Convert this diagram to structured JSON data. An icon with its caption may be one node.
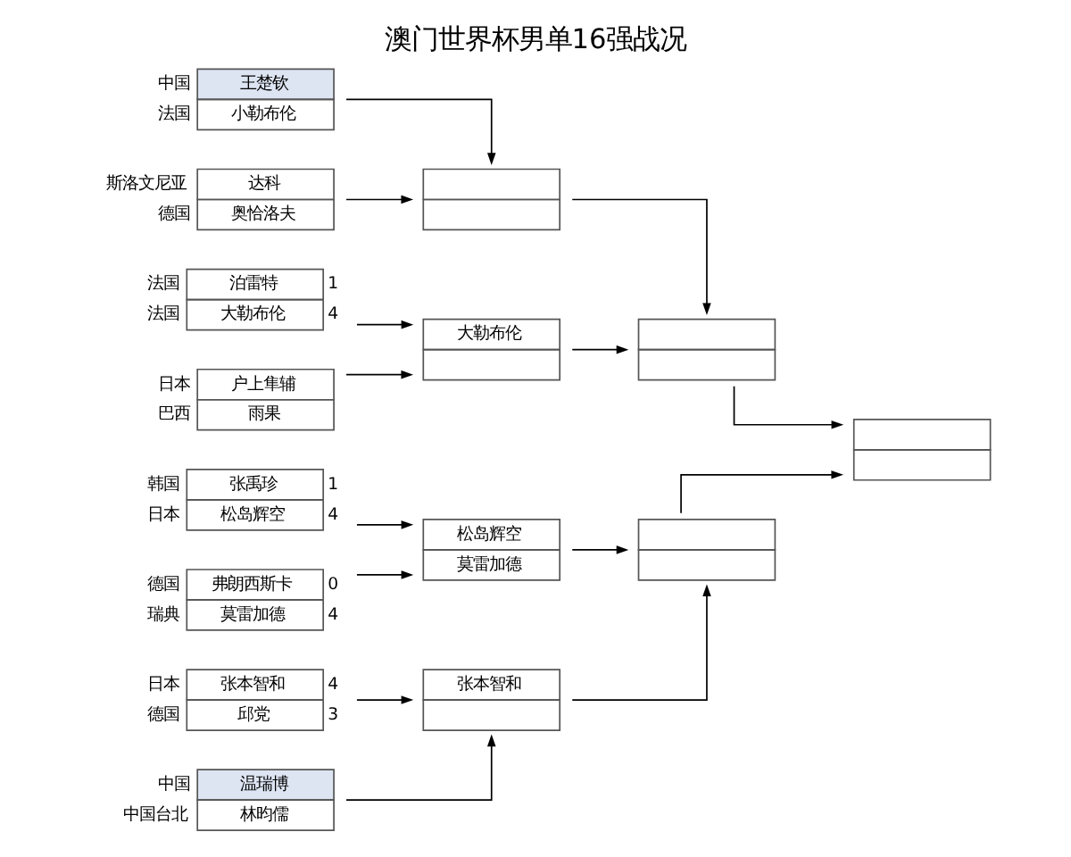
{
  "diagram": {
    "title": "澳门世界杯男单16强战况",
    "nodes": [
      {
        "text": [
          "王楚钦",
          "小勒布伦"
        ],
        "beside": [
          "中国",
          "法国"
        ]
      },
      {
        "text": [
          "达科",
          "奥恰洛夫"
        ],
        "beside": [
          "斯洛文尼亚",
          "德国"
        ]
      },
      {
        "text": [
          "泊雷特",
          "大勒布伦"
        ],
        "beside": [
          "法国",
          "1",
          "法国",
          "4"
        ]
      },
      {
        "text": [
          "户上隼辅",
          "雨果"
        ],
        "beside": [
          "日本",
          "巴西"
        ]
      },
      {
        "text": [
          "张本智和",
          "邱党"
        ],
        "beside": [
          "日本",
          "4",
          "德国",
          "3"
        ]
      },
      {
        "text": [
          "温瑞博",
          "林昀儒"
        ],
        "beside": [
          "中国",
          "中国台北"
        ]
      },
      {
        "text": [
          "张禹珍",
          "松岛辉空"
        ],
        "beside": [
          "韩国",
          "1",
          "日本",
          "4"
        ]
      },
      {
        "text": [
          "弗朗西斯卡",
          "莫雷加德"
        ],
        "beside": [
          "德国",
          "0",
          "瑞典",
          "4"
        ]
      },
      {
        "text": [],
        "shape": "box"
      },
      {
        "text": [
          "大勒布伦"
        ]
      },
      {
        "text": [
          "张本智和"
        ]
      },
      {
        "text": [
          "松岛辉空",
          "莫雷加德"
        ]
      },
      {
        "text": [],
        "shape": "box"
      },
      {
        "text": [],
        "shape": "box"
      },
      {
        "text": [],
        "shape": "box"
      }
    ],
    "edges": [
      {
        "from": 0,
        "to": 8,
        "arrow": "to"
      },
      {
        "from": 1,
        "to": 8,
        "arrow": "to"
      },
      {
        "from": 2,
        "to": 9,
        "arrow": "to"
      },
      {
        "from": 3,
        "to": 9,
        "arrow": "to"
      },
      {
        "from": 4,
        "to": 10,
        "arrow": "to"
      },
      {
        "from": 5,
        "to": 10,
        "arrow": "to"
      },
      {
        "from": 6,
        "to": 11,
        "arrow": "to"
      },
      {
        "from": 7,
        "to": 11,
        "arrow": "to"
      },
      {
        "from": 8,
        "to": 12,
        "arrow": "to"
      },
      {
        "from": 9,
        "to": 12,
        "arrow": "to"
      },
      {
        "from": 10,
        "to": 13,
        "arrow": "to"
      },
      {
        "from": 11,
        "to": 13,
        "arrow": "to"
      },
      {
        "from": 12,
        "to": 14,
        "arrow": "to"
      },
      {
        "from": 13,
        "to": 14,
        "arrow": "to"
      }
    ]
  }
}
